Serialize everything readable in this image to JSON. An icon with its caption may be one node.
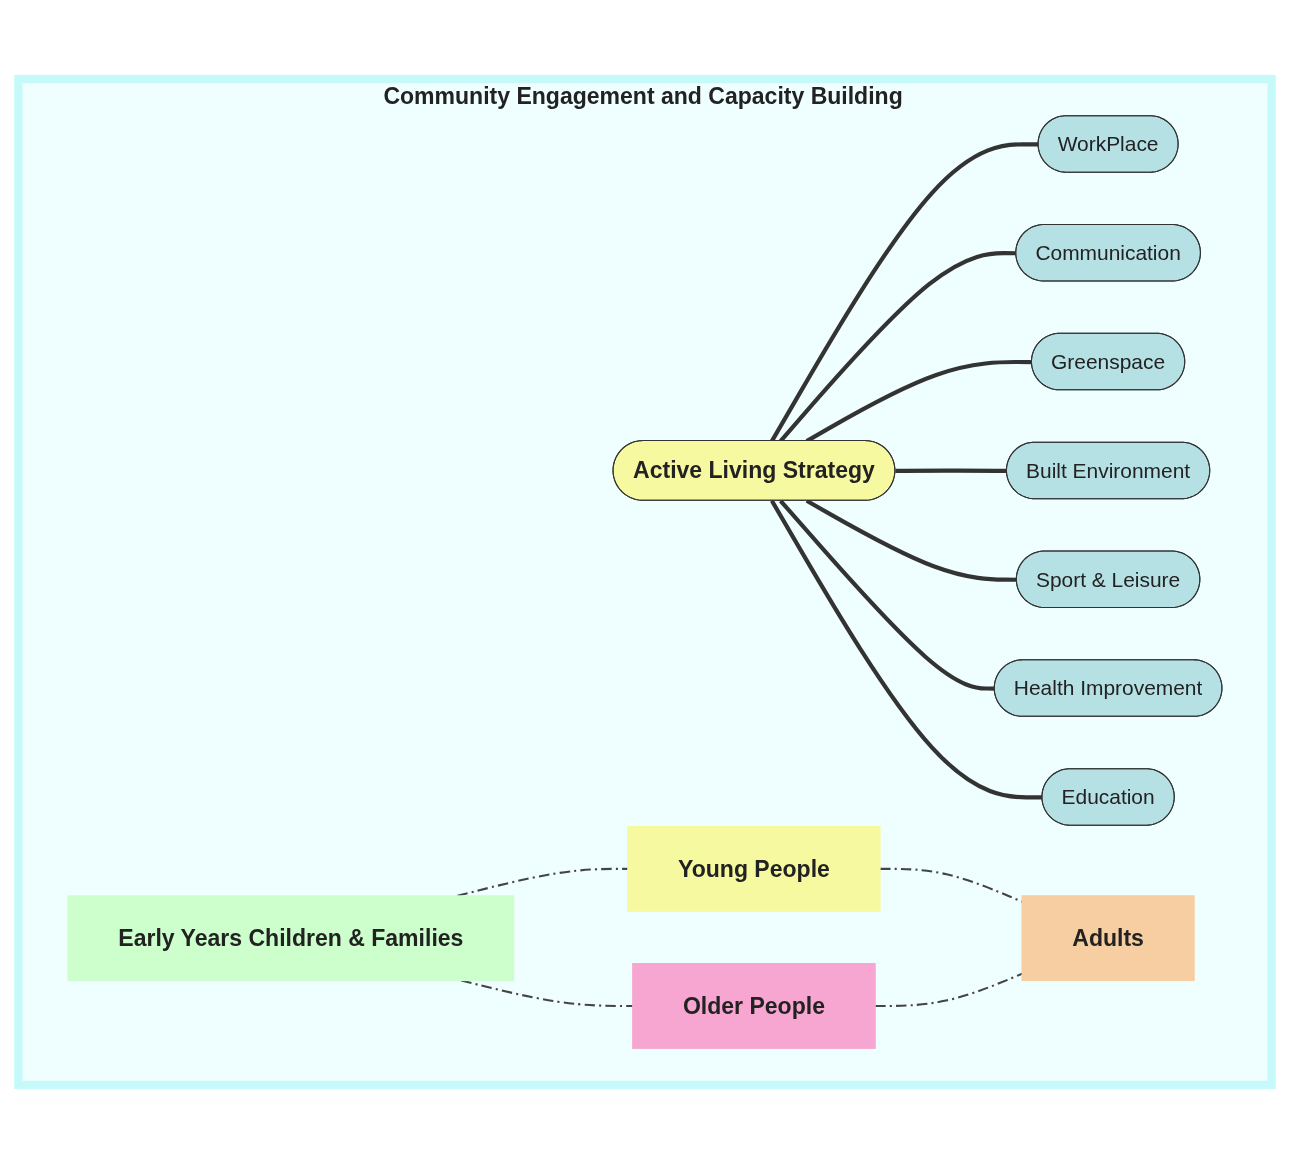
{
  "diagram": {
    "nodes": [
      {
        "text": [
          "Community Engagement and Capacity Building"
        ]
      },
      {
        "text": [
          "Early Years Children & Families"
        ],
        "in": 0
      },
      {
        "text": [
          "Young People"
        ],
        "in": 0
      },
      {
        "text": [
          "WorkPlace"
        ],
        "in": 0
      },
      {
        "text": [
          "Communication"
        ],
        "in": 0
      },
      {
        "text": [
          "Greenspace"
        ],
        "in": 0
      },
      {
        "text": [
          "Active Living Strategy"
        ],
        "in": 0
      },
      {
        "text": [
          "Built Environment"
        ],
        "in": 0
      },
      {
        "text": [
          "Sport & Leisure"
        ],
        "in": 0
      },
      {
        "text": [
          "Health Improvement"
        ],
        "in": 0
      },
      {
        "text": [
          "Education"
        ],
        "in": 0
      },
      {
        "text": [
          "Older People"
        ],
        "in": 0
      },
      {
        "text": [
          "Adults"
        ],
        "in": 0
      }
    ],
    "edges": [
      {
        "from": 6,
        "to": 3,
        "arrow": "none"
      },
      {
        "from": 6,
        "to": 4,
        "arrow": "none"
      },
      {
        "from": 6,
        "to": 5,
        "arrow": "none"
      },
      {
        "from": 6,
        "to": 7,
        "arrow": "none"
      },
      {
        "from": 6,
        "to": 8,
        "arrow": "none"
      },
      {
        "from": 6,
        "to": 9,
        "arrow": "none"
      },
      {
        "from": 6,
        "to": 10,
        "arrow": "none"
      },
      {
        "from": 1,
        "to": 2,
        "arrow": "none",
        "style": "dashed"
      },
      {
        "from": 1,
        "to": 11,
        "arrow": "none",
        "style": "dashed"
      },
      {
        "from": 2,
        "to": 12,
        "arrow": "none",
        "style": "dashed"
      },
      {
        "from": 11,
        "to": 12,
        "arrow": "none",
        "style": "dashed"
      }
    ]
  }
}
